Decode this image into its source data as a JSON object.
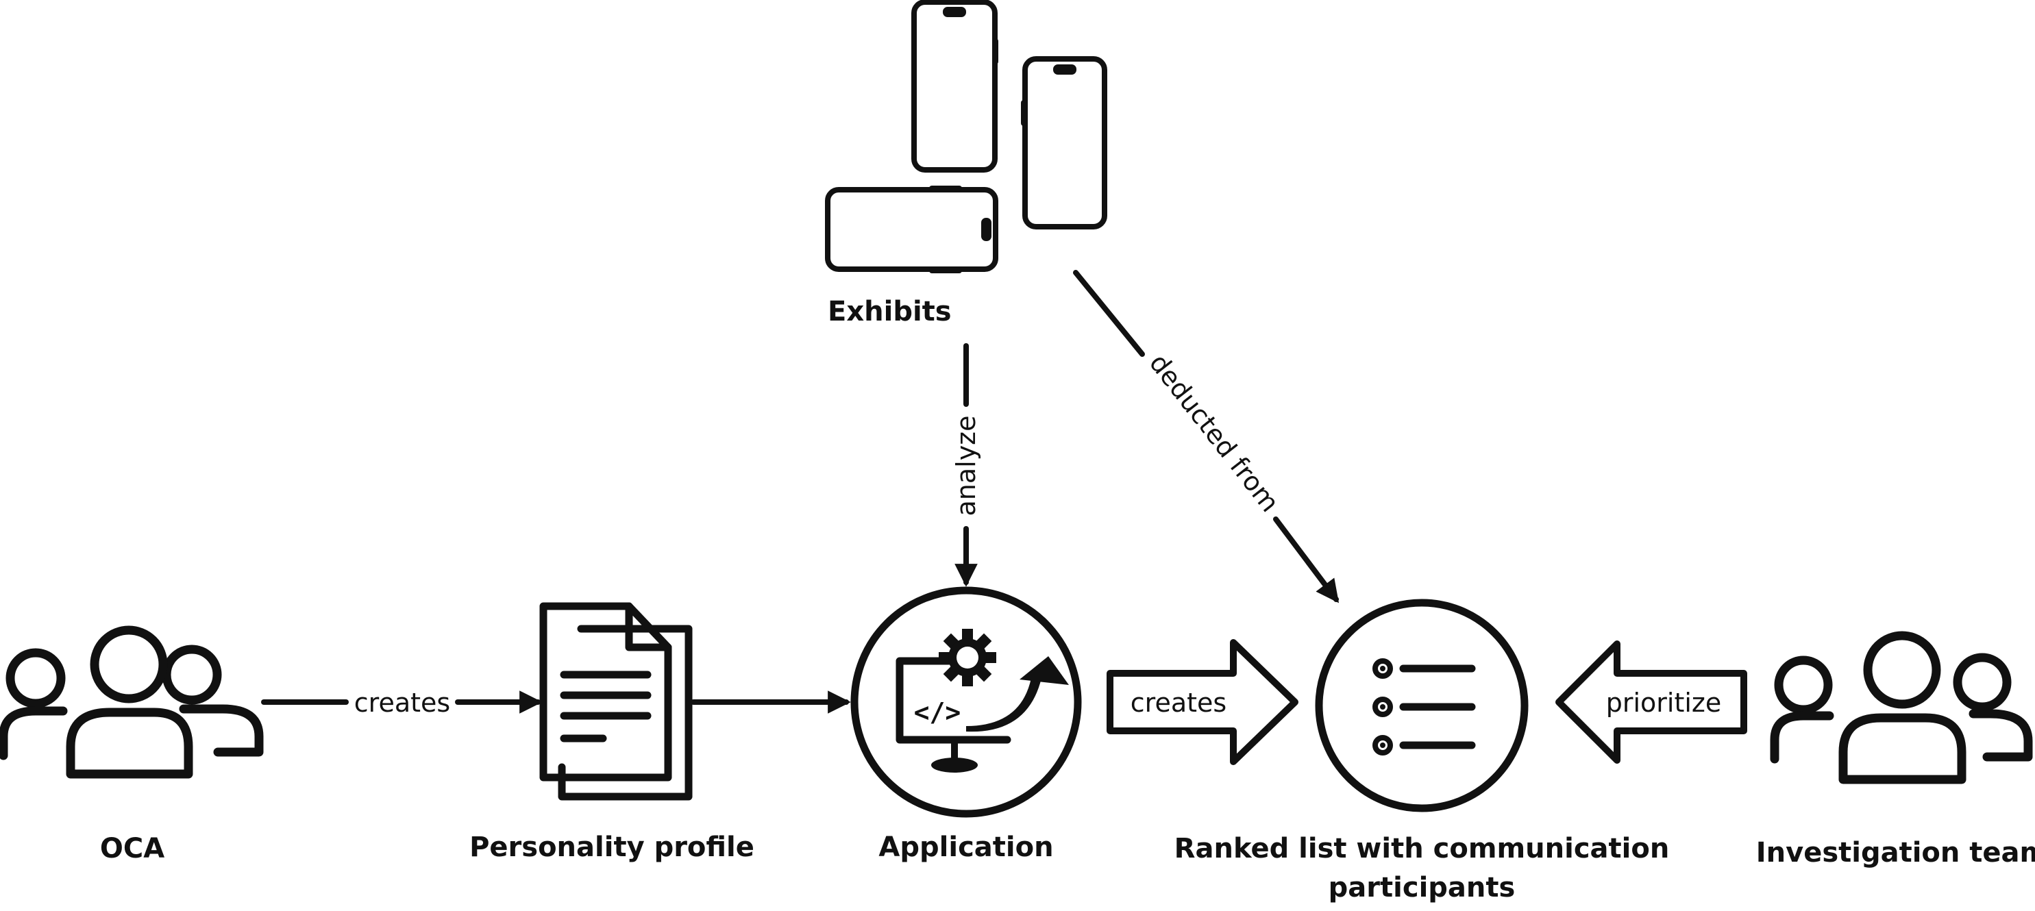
{
  "nodes": {
    "oca": {
      "label": "OCA",
      "icon": "people-group-icon"
    },
    "profile": {
      "label": "Personality profile",
      "icon": "document-icon"
    },
    "application": {
      "label": "Application",
      "icon": "software-monitor-icon"
    },
    "exhibits": {
      "label": "Exhibits",
      "icon": "smartphones-icon"
    },
    "ranked_list": {
      "label_line1": "Ranked list with communication",
      "label_line2": "participants",
      "icon": "bullet-list-icon"
    },
    "team": {
      "label": "Investigation team",
      "icon": "people-group-icon"
    }
  },
  "edges": {
    "oca_to_profile": "creates",
    "exhibits_to_application": "analyze",
    "exhibits_to_list": "deducted from",
    "application_to_list": "creates",
    "team_to_list": "prioritize"
  },
  "code_symbol": "</>"
}
